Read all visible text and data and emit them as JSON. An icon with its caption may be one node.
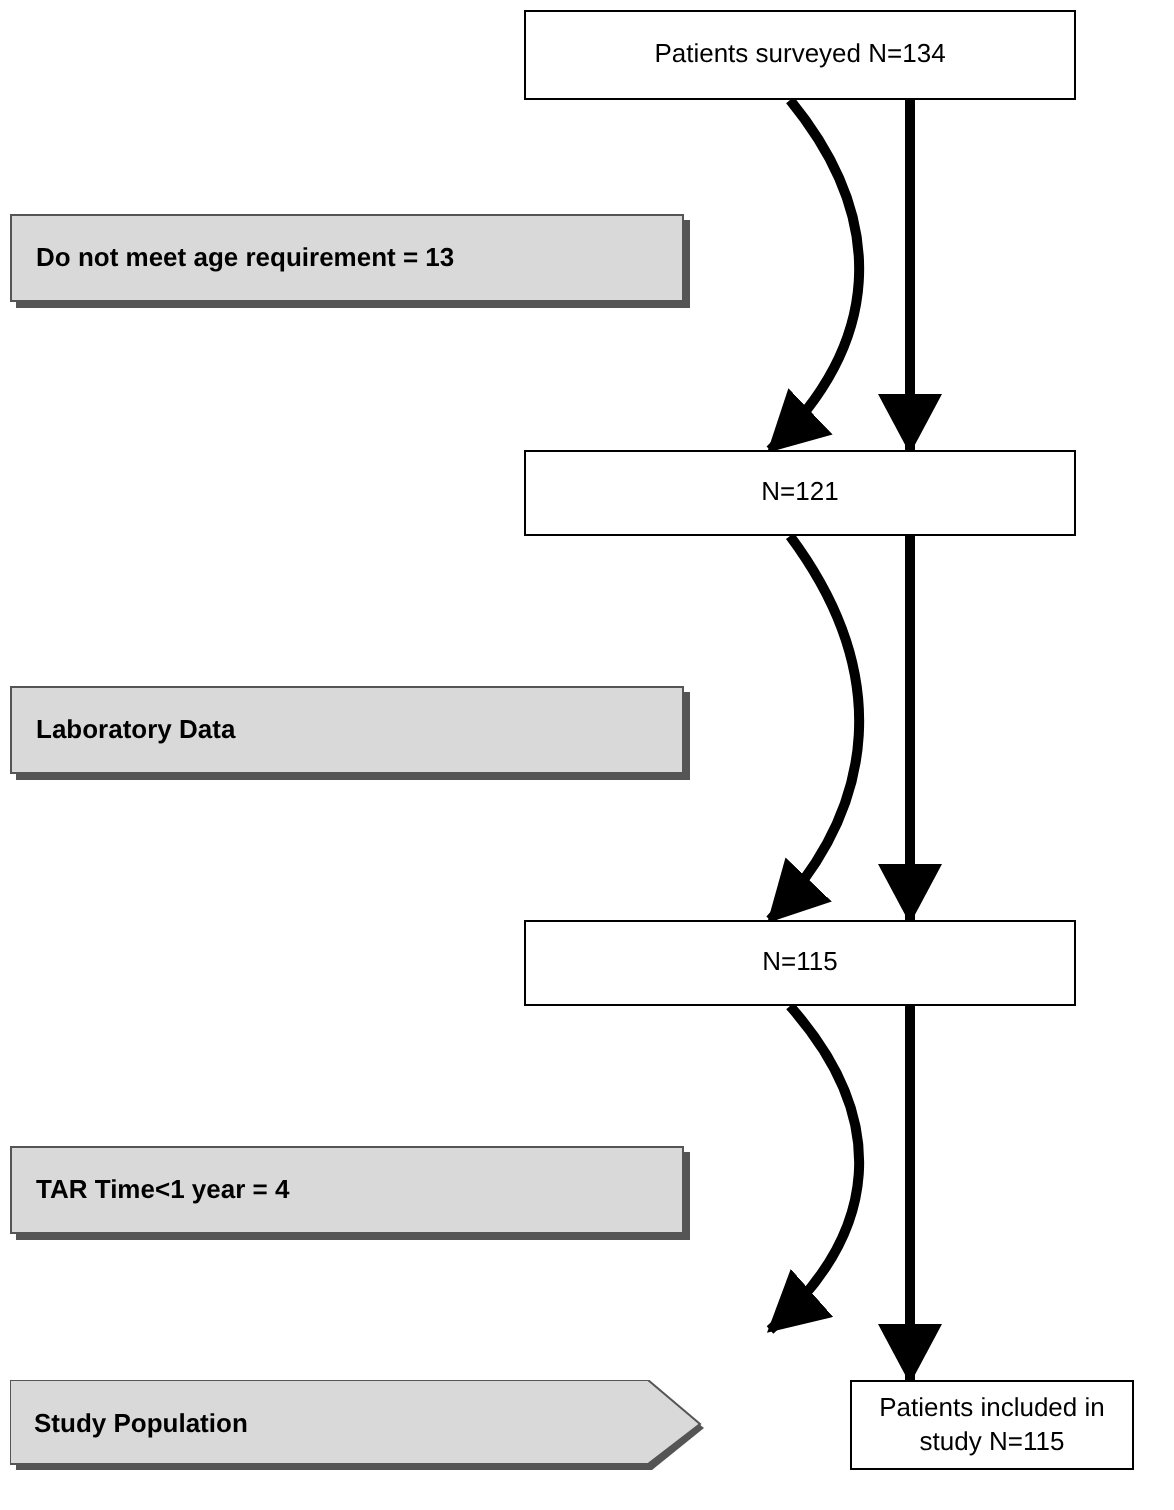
{
  "diagram": {
    "nodes": [
      {
        "text": [
          "Patients surveyed N=134"
        ]
      },
      {
        "text": [
          "Do not meet age requirement = 13"
        ]
      },
      {
        "text": [
          "N=121"
        ]
      },
      {
        "text": [
          "Laboratory Data"
        ]
      },
      {
        "text": [
          "N=115"
        ]
      },
      {
        "text": [
          "TAR Time<1 year = 4"
        ]
      },
      {
        "text": [
          "Study Population"
        ]
      },
      {
        "text": [
          "Patients included in study N=115"
        ]
      }
    ],
    "edges": [
      {
        "from": 0,
        "to": 2,
        "arrow": "to"
      },
      {
        "from": 0,
        "to": 2,
        "arrow": "to"
      },
      {
        "from": 2,
        "to": 4,
        "arrow": "to"
      },
      {
        "from": 2,
        "to": 4,
        "arrow": "to"
      },
      {
        "from": 4,
        "to": null,
        "arrow": "to"
      },
      {
        "from": 4,
        "to": 7,
        "arrow": "to"
      }
    ]
  }
}
